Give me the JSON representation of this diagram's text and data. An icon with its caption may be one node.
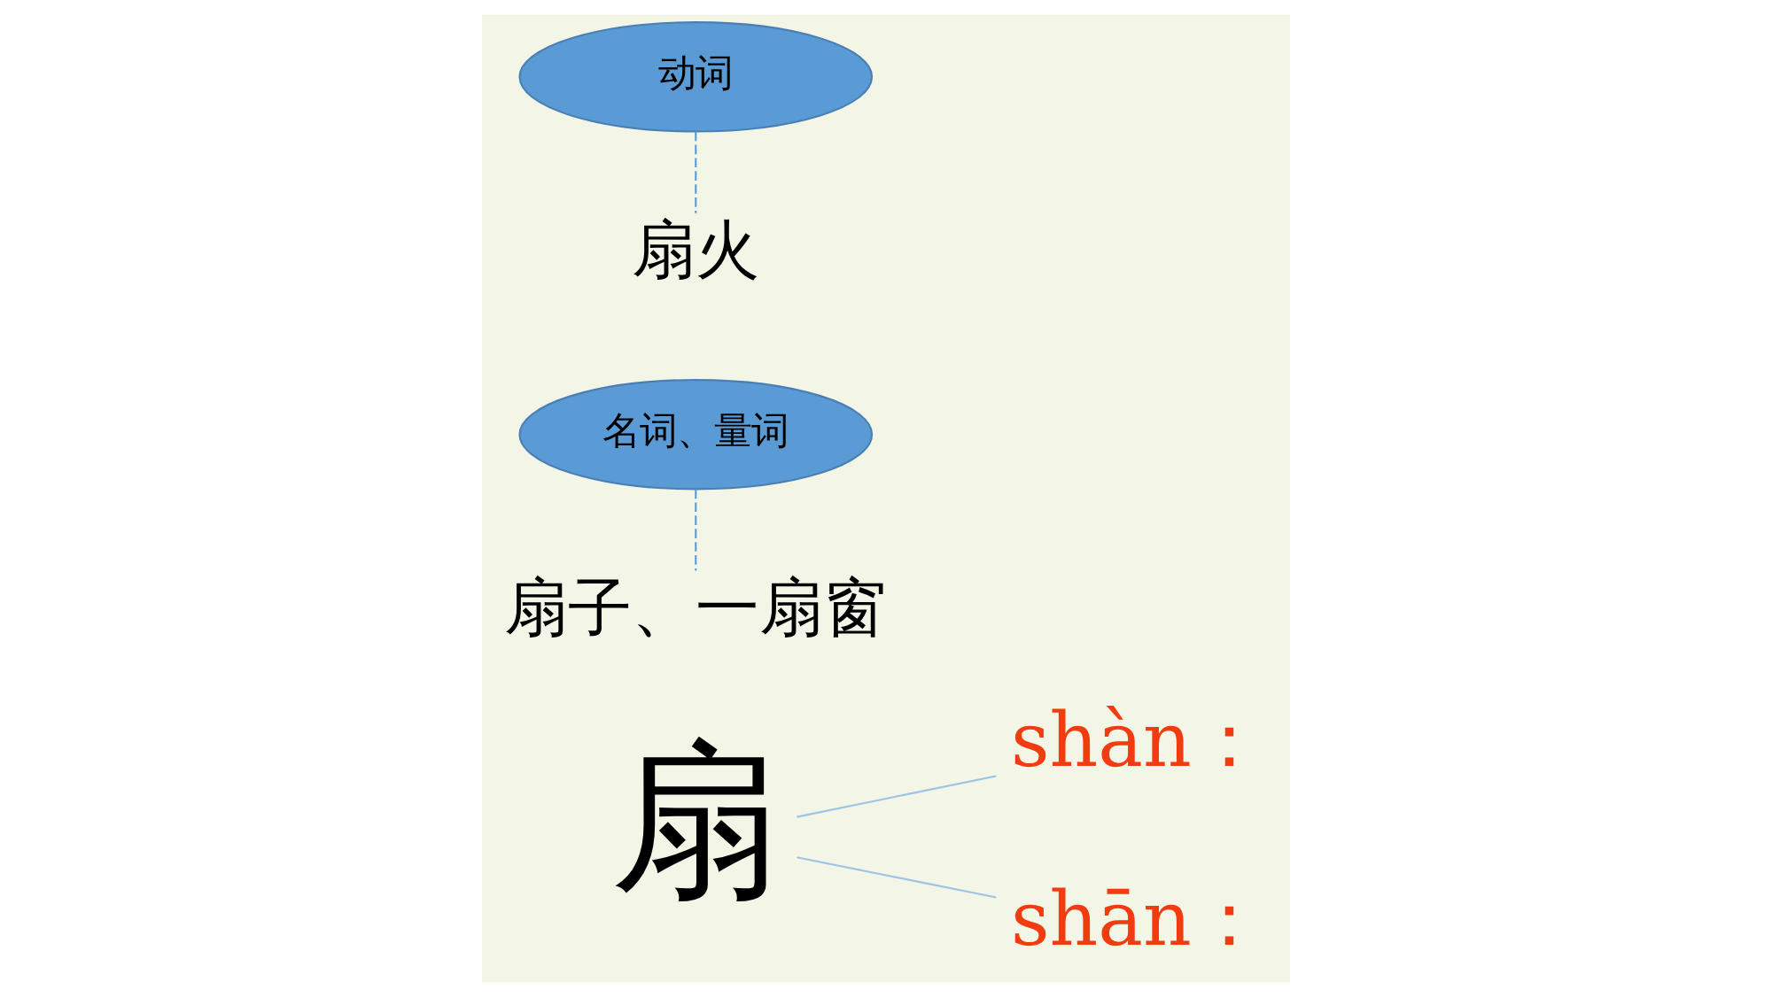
{
  "diagram": {
    "nodes": [
      {
        "text": [
          "扇"
        ]
      },
      {
        "text": [
          "shàn："
        ]
      },
      {
        "text": [
          "扇子、一扇窗"
        ]
      },
      {
        "text": [
          "名词、量词"
        ]
      },
      {
        "text": [
          "shān："
        ]
      },
      {
        "text": [
          "扇火"
        ]
      },
      {
        "text": [
          "动词"
        ]
      }
    ],
    "edges": [
      {
        "from": 0,
        "to": 1,
        "arrow": "none",
        "color": "#9dc3e6"
      },
      {
        "from": 0,
        "to": 4,
        "arrow": "none",
        "color": "#9dc3e6"
      },
      {
        "from": 3,
        "to": 2,
        "arrow": "none",
        "style": "dashed",
        "color": "#5b9bd5"
      },
      {
        "from": 6,
        "to": 5,
        "arrow": "none",
        "style": "dashed",
        "color": "#5b9bd5"
      }
    ]
  }
}
